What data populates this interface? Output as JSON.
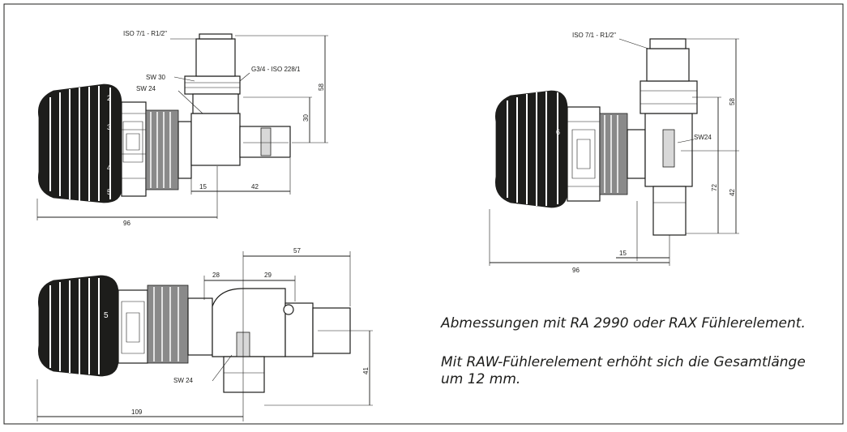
{
  "drawing_top_left": {
    "labels": {
      "thread_top": "ISO 7/1 - R1/2\"",
      "sw_upper": "SW 30",
      "sw_lower": "SW 24",
      "thread_side": "G3/4 - ISO 228/1",
      "dim_total_height": "58",
      "dim_axis_height": "30",
      "dim_head_offset": "15",
      "dim_outlet": "42",
      "dim_total_width": "96",
      "dial_marks": [
        "2",
        "3",
        "4",
        "5"
      ]
    }
  },
  "drawing_right": {
    "labels": {
      "thread_top": "ISO 7/1 - R1/2\"",
      "sw": "SW24",
      "dim_upper": "58",
      "dim_lower": "42",
      "dim_total": "72",
      "dim_head_offset": "15",
      "dim_total_width": "96",
      "dial_marks": [
        "6"
      ]
    }
  },
  "drawing_bottom_left": {
    "labels": {
      "dim_total_length": "57",
      "dim_inner_left": "28",
      "dim_inner_right": "29",
      "sw": "SW 24",
      "dim_height": "41",
      "dim_total_width": "109",
      "dial_marks": [
        "5"
      ]
    }
  },
  "notes": {
    "line1": "Abmessungen mit RA 2990 oder RAX Fühlerelement.",
    "line2a": "Mit RAW-Fühlerelement erhöht sich die Gesamtlänge",
    "line2b": "um 12 mm."
  }
}
